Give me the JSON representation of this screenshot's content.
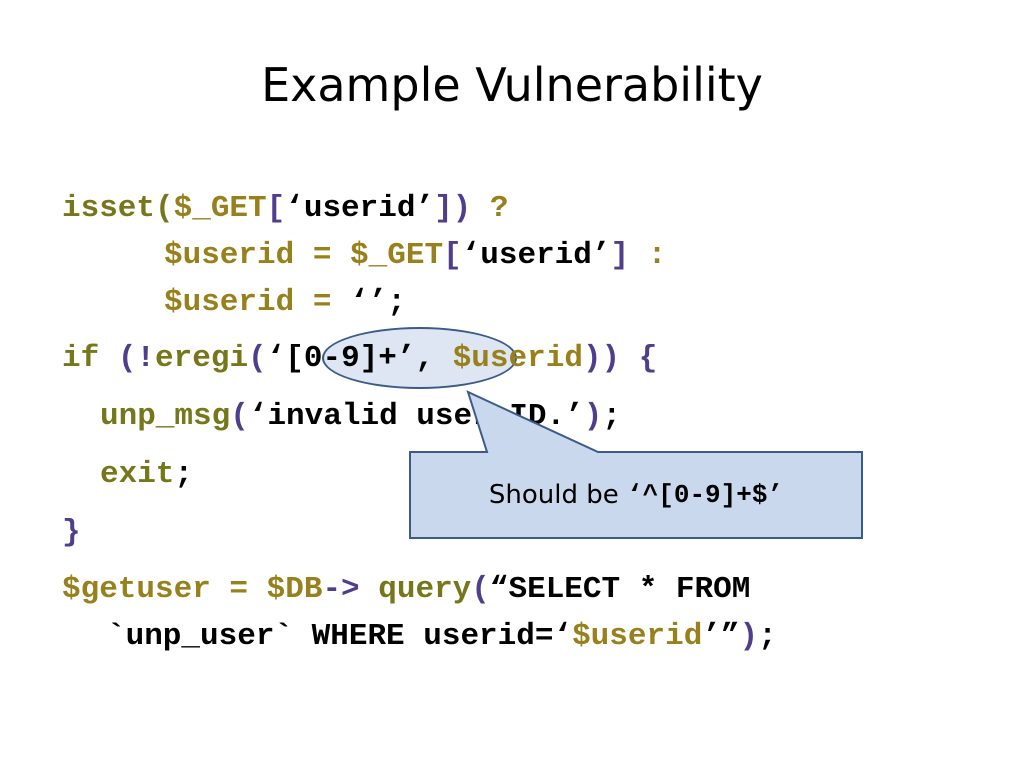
{
  "slide": {
    "title": "Example Vulnerability"
  },
  "code": {
    "l1": {
      "a": "isset(",
      "b": "$_GET",
      "c": "[",
      "d": "‘userid’",
      "e": "])",
      "f": " ?"
    },
    "l2": {
      "a": "$userid",
      "b": " = ",
      "c": "$_GET",
      "d": "[",
      "e": "‘userid’",
      "f": "]",
      "g": " :"
    },
    "l3": {
      "a": "$userid",
      "b": " = ",
      "c": "‘’;"
    },
    "l4": {
      "a": "if",
      "b": " (!",
      "c": "eregi",
      "d": "(",
      "e": "‘[0-9]+’",
      "f": ", ",
      "g": "$userid",
      "h": ")) {"
    },
    "l5": {
      "a": "unp_msg",
      "b": "(",
      "c": "‘invalid user ID.’",
      "d": ")",
      "e": ";"
    },
    "l6": {
      "a": "exit",
      "b": ";"
    },
    "l7": {
      "a": "}"
    },
    "l8": {
      "a": "$getuser",
      "b": " = ",
      "c": "$DB",
      "d": "-> ",
      "e": "query",
      "f": "(",
      "g": "“SELECT * FROM"
    },
    "l9": {
      "a": "`unp_user` WHERE userid=‘",
      "b": "$userid",
      "c": "’”",
      "d": ")",
      "e": ";"
    }
  },
  "callout": {
    "lead": "Should be ",
    "code": "‘^[0-9]+$’"
  },
  "colors": {
    "keyword": "#76761a",
    "variable": "#98801c",
    "punctuation": "#4f3e8c",
    "callout_fill": "#c9d8ec",
    "callout_border": "#3b5b89"
  }
}
